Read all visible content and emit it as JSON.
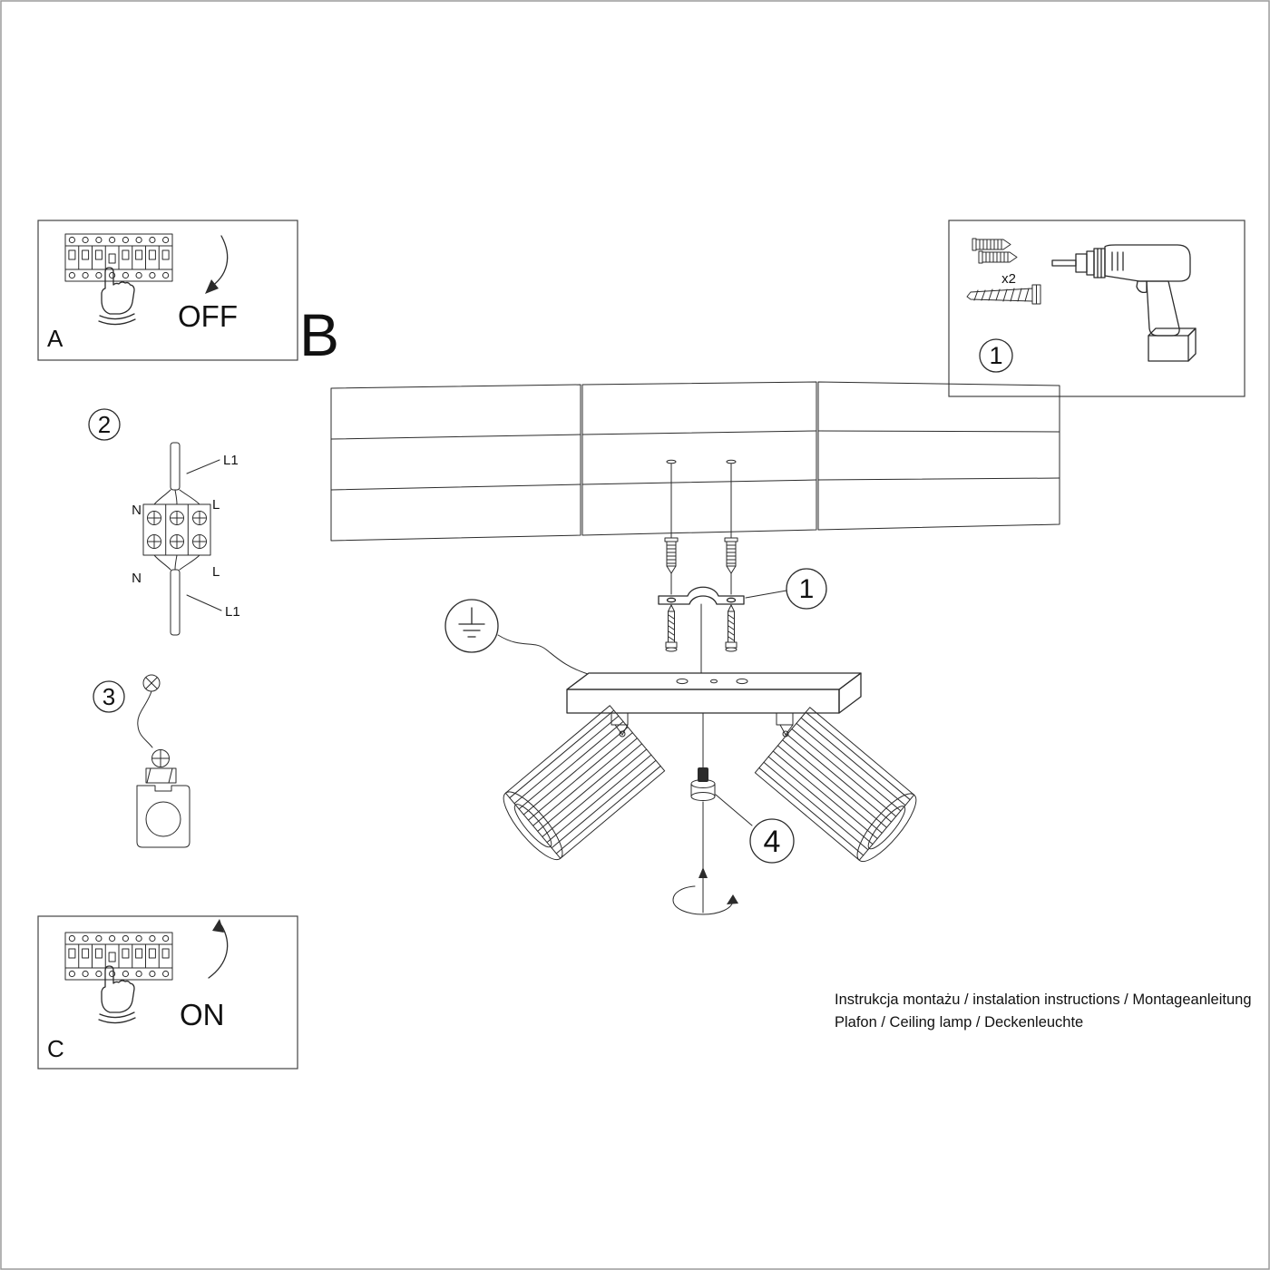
{
  "sheet": {
    "panel_a": {
      "label": "A",
      "state": "OFF"
    },
    "section_b_label": "B",
    "panel_c": {
      "label": "C",
      "state": "ON"
    },
    "parts_box": {
      "step_number": "1",
      "anchor_quantity": "x2"
    },
    "step_2_number": "2",
    "step_3_number": "3",
    "step_4_number": "4",
    "bracket_callout_number": "1",
    "wiring": {
      "l1_top": "L1",
      "n_top": "N",
      "l_top": "L",
      "n_bottom": "N",
      "l_bottom": "L",
      "l1_bottom": "L1"
    },
    "footer": {
      "line1": "Instrukcja montażu / instalation instructions / Montageanleitung",
      "line2": "Plafon / Ceiling lamp / Deckenleuchte"
    },
    "ink_color": "#2b2b2b"
  }
}
